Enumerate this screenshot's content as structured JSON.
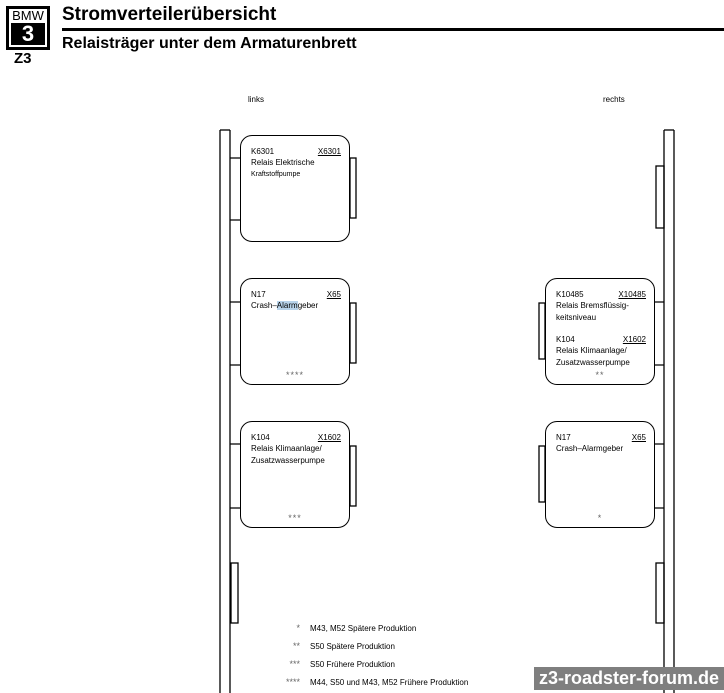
{
  "header": {
    "logo_brand": "BMW",
    "logo_series": "3",
    "logo_model": "Z3",
    "title": "Stromverteilerübersicht",
    "subtitle": "Relaisträger unter dem Armaturenbrett"
  },
  "sides": {
    "left": "links",
    "right": "rechts"
  },
  "left_relays": [
    {
      "id": "K6301",
      "connector": "X6301",
      "desc1": "Relais Elektrische",
      "desc2": "Kraftstoffpumpe",
      "stars": ""
    },
    {
      "id": "N17",
      "connector": "X65",
      "desc1_pre": "Crash–",
      "desc1_hl": "Alarm",
      "desc1_post": "geber",
      "stars": "****"
    },
    {
      "id": "K104",
      "connector": "X1602",
      "desc1": "Relais Klimaanlage/",
      "desc2": "Zusatzwasserpumpe",
      "stars": "***"
    }
  ],
  "right_relays": [
    {
      "id": "K10485",
      "connector": "X10485",
      "desc1": "Relais Bremsflüssig-",
      "desc2": "keitsniveau",
      "id_b": "K104",
      "connector_b": "X1602",
      "desc1_b": "Relais Klimaanlage/",
      "desc2_b": "Zusatzwasserpumpe",
      "stars": "**"
    },
    {
      "id": "N17",
      "connector": "X65",
      "desc1": "Crash–Alarmgeber",
      "stars": "*"
    }
  ],
  "legend": [
    {
      "stars": "*",
      "text": "M43, M52 Spätere Produktion"
    },
    {
      "stars": "**",
      "text": "S50 Spätere Produktion"
    },
    {
      "stars": "***",
      "text": "S50 Frühere Produktion"
    },
    {
      "stars": "****",
      "text": "M44, S50 und M43, M52 Frühere Produktion"
    }
  ],
  "watermark": "z3-roadster-forum.de"
}
